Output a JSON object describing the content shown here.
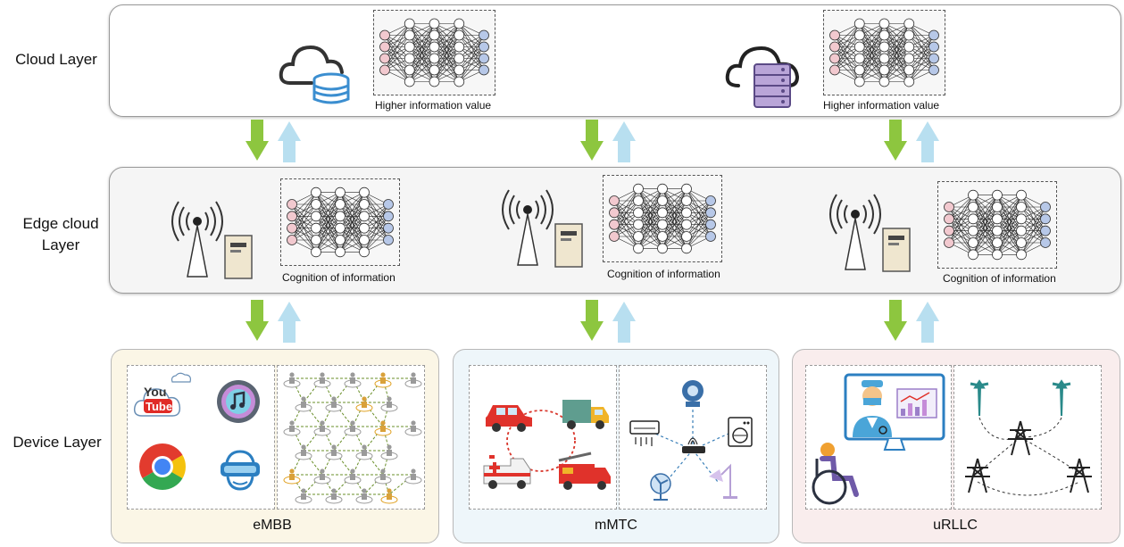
{
  "layers": {
    "cloud": "Cloud Layer",
    "edge_line1": "Edge cloud",
    "edge_line2": "Layer",
    "device": "Device Layer"
  },
  "captions": {
    "cloud": "Higher information value",
    "edge": "Cognition of information"
  },
  "devices": {
    "embb": "eMBB",
    "mmtc": "mMTC",
    "urllc": "uRLLC"
  },
  "icons": {
    "youtube_you": "You",
    "youtube_tube": "Tube"
  },
  "colors": {
    "down_arrow": "#8dc63f",
    "up_arrow": "#b8dff0",
    "embb_bg": "#fbf6e6",
    "mmtc_bg": "#eef6fa",
    "urllc_bg": "#f9eded",
    "input_node": "#f2c9cf",
    "output_node": "#b7c8e8"
  }
}
